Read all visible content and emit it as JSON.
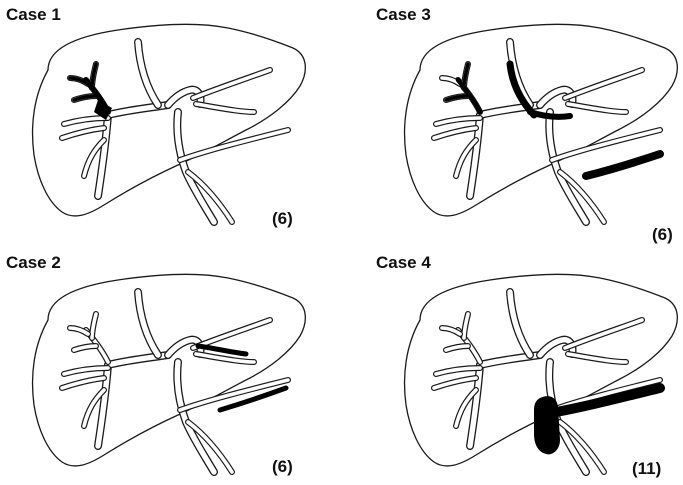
{
  "panels": [
    {
      "label": "Case 1",
      "count": "(6)"
    },
    {
      "label": "Case 3",
      "count": "(6)"
    },
    {
      "label": "Case 2",
      "count": "(6)"
    },
    {
      "label": "Case 4",
      "count": "(11)"
    }
  ],
  "colors": {
    "outline": "#1a1a1a",
    "thrombus": "#000000",
    "background": "#ffffff"
  }
}
